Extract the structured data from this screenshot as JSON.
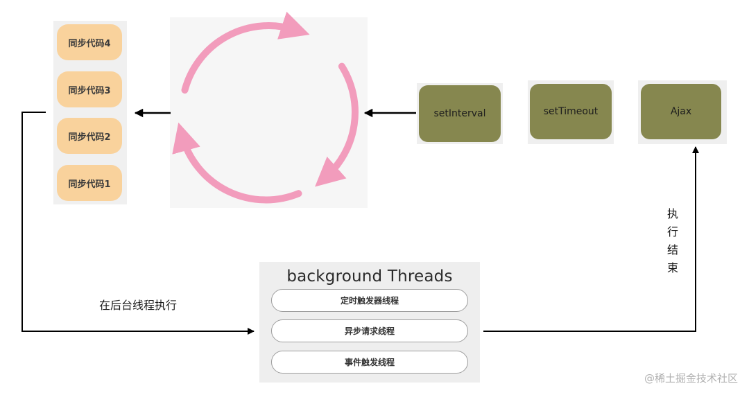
{
  "call_stack": {
    "items": [
      "同步代码4",
      "同步代码3",
      "同步代码2",
      "同步代码1"
    ]
  },
  "web_apis": {
    "items": [
      "setInterval",
      "setTimeout",
      "Ajax"
    ],
    "box_color": "#86874f"
  },
  "background_threads": {
    "title": "background Threads",
    "items": [
      "定时触发器线程",
      "异步请求线程",
      "事件触发线程"
    ]
  },
  "labels": {
    "run_in_background": "在后台线程执行",
    "execution_done": "执行结束"
  },
  "watermark": "@稀土掘金技术社区",
  "colors": {
    "loop_arrow": "#f29cbc",
    "sync_box": "#f9d29c"
  }
}
